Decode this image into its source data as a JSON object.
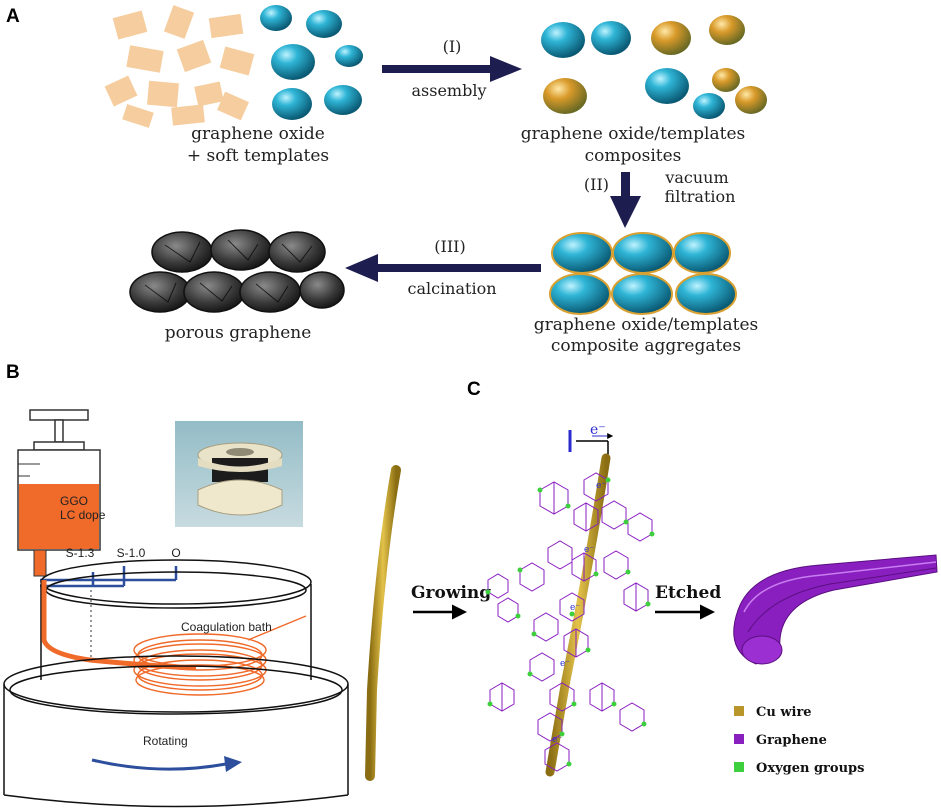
{
  "panels": {
    "a": "A",
    "b": "B",
    "c": "C"
  },
  "panel_a": {
    "start_label_1": "graphene oxide",
    "start_label_2": "+ soft templates",
    "step1_num": "(I)",
    "step1_text": "assembly",
    "composite_label_1": "graphene oxide/templates",
    "composite_label_2": "composites",
    "step2_num": "(II)",
    "step2_text_1": "vacuum",
    "step2_text_2": "filtration",
    "step3_num": "(III)",
    "step3_text": "calcination",
    "aggregate_label_1": "graphene oxide/templates",
    "aggregate_label_2": "composite aggregates",
    "end_label": "porous graphene"
  },
  "panel_b": {
    "dope_1": "GGO",
    "dope_2": "LC dope",
    "pos_1": "S-1.3",
    "pos_2": "S-1.0",
    "pos_3": "O",
    "bath": "Coagulation bath",
    "rotating": "Rotating"
  },
  "panel_c": {
    "electron": "e⁻",
    "electron_small": "e⁻",
    "growing": "Growing",
    "etched": "Etched",
    "legend": [
      {
        "label": "Cu wire",
        "color": "#b8962a"
      },
      {
        "label": "Graphene",
        "color": "#8a1fc0"
      },
      {
        "label": "Oxygen groups",
        "color": "#3ecf3e"
      }
    ]
  },
  "colors": {
    "template": "#2aa9c8",
    "go_sheet": "#f5c894",
    "arrow": "#1e1d50",
    "dope": "#f06a2a",
    "blue_line": "#2d4e9c"
  }
}
